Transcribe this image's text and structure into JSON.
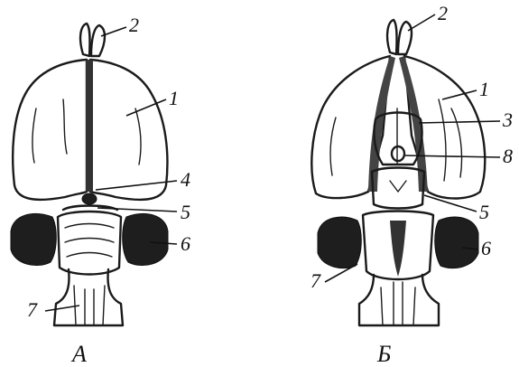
{
  "figure": {
    "panels": [
      {
        "caption": "А",
        "labels": {
          "1": "1",
          "2": "2",
          "4": "4",
          "5": "5",
          "6": "6",
          "7": "7"
        }
      },
      {
        "caption": "Б",
        "labels": {
          "1": "1",
          "2": "2",
          "3": "3",
          "5": "5",
          "6": "6",
          "7": "7",
          "8": "8"
        }
      }
    ]
  }
}
